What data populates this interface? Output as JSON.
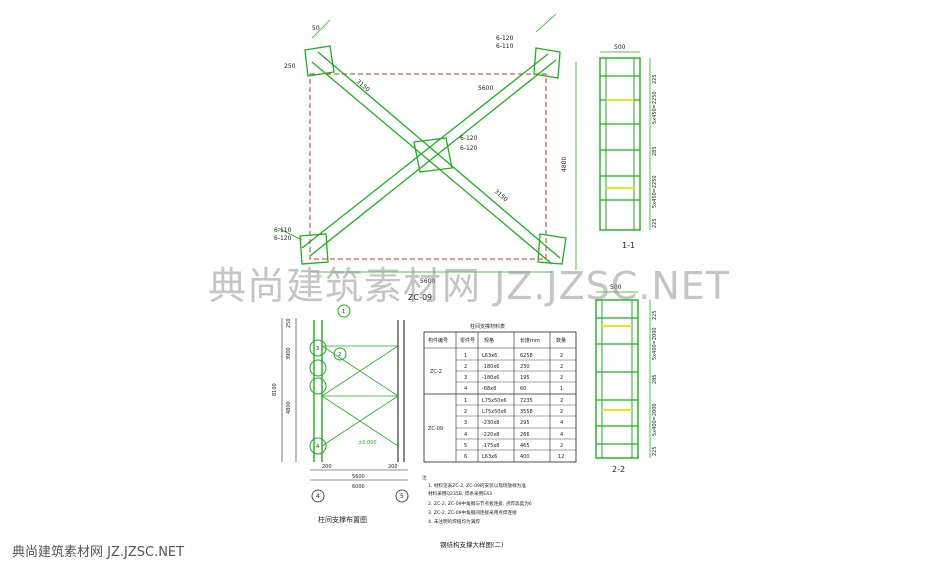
{
  "elevation": {
    "caption": "ZC-09",
    "dims": {
      "top_width": "5600",
      "height": "4800",
      "bottom": "5600",
      "brace_a": "3150",
      "brace_b": "3150",
      "small_1": "250",
      "small_2": "50"
    },
    "plates": {
      "p1": "6-120",
      "p2": "6-110",
      "p3": "6-120",
      "p4": "6-120",
      "p5": "6-110",
      "p6": "6-120"
    }
  },
  "section11": {
    "label": "1-1",
    "width": "500",
    "dims": [
      "225",
      "5x450=2250",
      "285",
      "5x450=2250",
      "225"
    ]
  },
  "section22": {
    "label": "2-2",
    "width": "500",
    "dims": [
      "225",
      "5x400=2000",
      "285",
      "5x400=2000",
      "225"
    ]
  },
  "layout": {
    "caption": "柱间支撑布置图",
    "dims_left": [
      "250",
      "3900",
      "4800",
      "8100"
    ],
    "dims_bottom": [
      "200",
      "5600",
      "200",
      "6000"
    ],
    "axes": [
      "4",
      "5"
    ],
    "bubbles": [
      "1",
      "2",
      "3",
      "4"
    ],
    "level": "±0.000"
  },
  "table": {
    "title": "柱间支撑材料表",
    "headers": [
      "构件编号",
      "零件号",
      "规格",
      "长度mm",
      "数量"
    ],
    "groups": [
      {
        "name": "ZC-2",
        "rows": [
          [
            "1",
            "L63x6",
            "6258",
            "2"
          ],
          [
            "2",
            "-180x6",
            "230",
            "2"
          ],
          [
            "3",
            "-180x6",
            "195",
            "2"
          ],
          [
            "4",
            "-68x8",
            "60",
            "1"
          ]
        ]
      },
      {
        "name": "ZC-09",
        "rows": [
          [
            "1",
            "L75x50x6",
            "7235",
            "2"
          ],
          [
            "2",
            "L75x50x6",
            "3558",
            "2"
          ],
          [
            "3",
            "-230x8",
            "295",
            "4"
          ],
          [
            "4",
            "-220x8",
            "266",
            "4"
          ],
          [
            "5",
            "-175x8",
            "465",
            "2"
          ],
          [
            "6",
            "L63x6",
            "400",
            "12"
          ]
        ]
      }
    ]
  },
  "notes": {
    "head": "注",
    "items": [
      "1. 材料见表ZC-2, ZC-09的安装以现场放样为准",
      "   材料采用Q235B, 焊条采用E43",
      "2. ZC-2, ZC-09中角钢与节点板连接, 点焊高度为6",
      "3. ZC-2, ZC-09中角钢间连接采用点焊连接",
      "4. 未注明的焊缝均为满焊"
    ]
  },
  "drawing_title": "钢结构支撑大样图(二)",
  "watermark": {
    "big": "典尚建筑素材网  JZ.JZSC.NET",
    "small": "典尚建筑素材网  JZ.JZSC.NET"
  },
  "colors": {
    "green": "#1db11d",
    "red_dash": "#c0392b",
    "yellow": "#e8e81a",
    "dark": "#222222"
  }
}
